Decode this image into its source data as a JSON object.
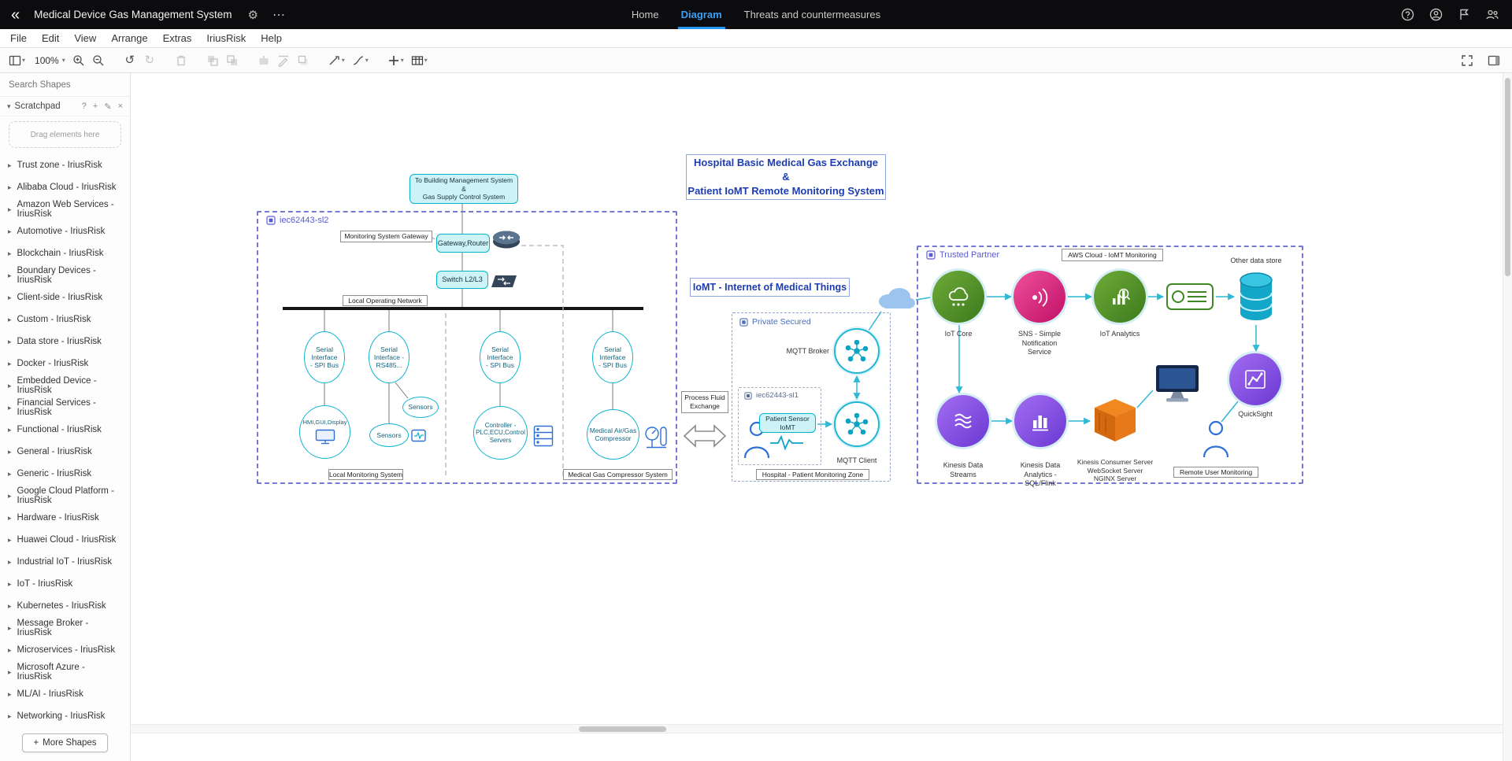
{
  "topbar": {
    "title": "Medical Device Gas Management System",
    "tabs": [
      {
        "label": "Home",
        "active": false
      },
      {
        "label": "Diagram",
        "active": true
      },
      {
        "label": "Threats and countermeasures",
        "active": false
      }
    ]
  },
  "menubar": [
    "File",
    "Edit",
    "View",
    "Arrange",
    "Extras",
    "IriusRisk",
    "Help"
  ],
  "toolbar": {
    "zoom_level": "100%"
  },
  "sidebar": {
    "search_placeholder": "Search Shapes",
    "scratchpad_label": "Scratchpad",
    "scratchpad_hint": "Drag elements here",
    "more_shapes_label": "More Shapes",
    "more_shapes_plus": "+",
    "categories": [
      "Trust zone - IriusRisk",
      "Alibaba Cloud - IriusRisk",
      "Amazon Web Services - IriusRisk",
      "Automotive - IriusRisk",
      "Blockchain - IriusRisk",
      "Boundary Devices - IriusRisk",
      "Client-side - IriusRisk",
      "Custom - IriusRisk",
      "Data store - IriusRisk",
      "Docker - IriusRisk",
      "Embedded Device - IriusRisk",
      "Financial Services - IriusRisk",
      "Functional - IriusRisk",
      "General - IriusRisk",
      "Generic - IriusRisk",
      "Google Cloud Platform - IriusRisk",
      "Hardware - IriusRisk",
      "Huawei Cloud - IriusRisk",
      "Industrial IoT - IriusRisk",
      "IoT - IriusRisk",
      "Kubernetes - IriusRisk",
      "Message Broker - IriusRisk",
      "Microservices - IriusRisk",
      "Microsoft Azure - IriusRisk",
      "ML/AI - IriusRisk",
      "Networking - IriusRisk"
    ]
  },
  "diagram": {
    "main_title": [
      "Hospital Basic Medical Gas Exchange",
      "&",
      "Patient IoMT Remote Monitoring System"
    ],
    "bms_box": [
      "To Building Management System",
      "&",
      "Gas Supply Control System"
    ],
    "zone_sl2_label": "iec62443-sl2",
    "gateway_label_box": "Monitoring System Gateway",
    "gateway_router": "Gateway,Router",
    "switch": "Switch L2/L3",
    "bus_label": "Local Operating Network",
    "serial_spi": [
      "Serial",
      "Interface",
      "- SPI Bus"
    ],
    "serial_rs485": [
      "Serial",
      "Interface -",
      "RS485..."
    ],
    "sensors": "Sensors",
    "hmi": "HMI,GUI,Display",
    "controller": [
      "Controller -",
      "PLC,ECU,Control",
      "Servers"
    ],
    "compressor": [
      "Medical Air/Gas",
      "Compressor"
    ],
    "local_monitoring_label": "Local Monitoring System",
    "gas_compressor_label": "Medical Gas Compressor System",
    "process_fluid": [
      "Process Fluid",
      "Exchange"
    ],
    "iomt_title": "IoMT - Internet of Medical Things",
    "zone_private_label": "Private Secured",
    "mqtt_broker": "MQTT Broker",
    "zone_sl1_label": "iec62443-sl1",
    "patient_sensor": [
      "Patient Sensor",
      "IoMT"
    ],
    "mqtt_client": "MQTT Client",
    "hospital_zone_label": "Hospital - Patient Monitoring Zone",
    "zone_trusted_label": "Trusted Partner",
    "aws_cloud_label": "AWS Cloud - IoMT Monitoring",
    "iot_core": "IoT Core",
    "sns": [
      "SNS - Simple",
      "Notification",
      "Service"
    ],
    "iot_analytics": "IoT Analytics",
    "other_data_store": "Other data store",
    "kinesis_streams": [
      "Kinesis Data",
      "Streams"
    ],
    "kinesis_analytics": [
      "Kinesis Data",
      "Analytics -",
      "SQL/Flink"
    ],
    "kinesis_consumer": [
      "Kinesis Consumer Server",
      "WebSocket Server",
      "NGINX Server"
    ],
    "quicksight": "QuickSight",
    "remote_user_label": "Remote User Monitoring"
  },
  "colors": {
    "active_tab_blue": "#2196f3",
    "node_fill_cyan": "#cdf3f6",
    "node_border_cyan": "#00b5c8",
    "zone_border_indigo": "#7678d8",
    "connector_cyan": "#2fb9d4",
    "title_blue": "#1d3db0",
    "aws_green": "#3c7a1d",
    "aws_pink": "#bf0f67",
    "aws_purple": "#6a38d2",
    "aws_orange": "#e8791a"
  }
}
